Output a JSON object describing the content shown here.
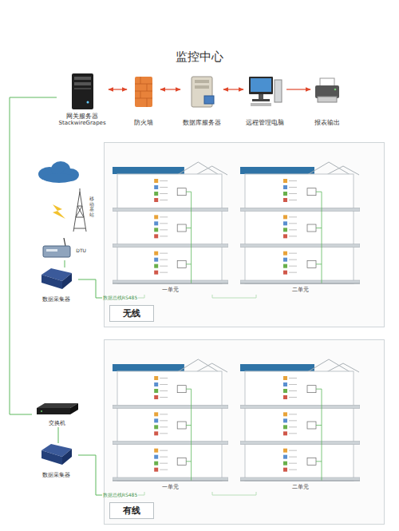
{
  "diagram": {
    "title": "监控中心",
    "nodes": [
      {
        "text": [
          "网关服务器",
          "StackwireGrapes"
        ]
      },
      {
        "text": [
          "防火墙"
        ]
      },
      {
        "text": [
          "数据库服务器"
        ]
      },
      {
        "text": [
          "远程管理电脑"
        ]
      },
      {
        "text": [
          "报表输出"
        ]
      },
      {
        "text": [
          "无线"
        ]
      },
      {
        "text": [
          "一单元"
        ],
        "in": 5
      },
      {
        "text": [
          "二单元"
        ],
        "in": 5
      },
      {
        "text": [
          "有线"
        ]
      },
      {
        "text": [
          "一单元"
        ],
        "in": 8
      },
      {
        "text": [
          "二单元"
        ],
        "in": 8
      },
      {
        "text": [
          "DTU"
        ]
      },
      {
        "text": [
          "数据采集器"
        ]
      },
      {
        "text": [
          "交换机"
        ]
      },
      {
        "text": [
          "数据采集器"
        ]
      }
    ],
    "edges": [
      {
        "from": 0,
        "to": 1,
        "arrow": "both"
      },
      {
        "from": 1,
        "to": 2,
        "arrow": "both"
      },
      {
        "from": 2,
        "to": 3,
        "arrow": "both"
      },
      {
        "from": 3,
        "to": 4,
        "arrow": "to"
      },
      {
        "from": 11,
        "to": 12,
        "arrow": "none"
      },
      {
        "from": 12,
        "to": 6,
        "label": "数据总线RS485",
        "arrow": "none"
      },
      {
        "from": 6,
        "to": 7,
        "arrow": "none"
      },
      {
        "from": 0,
        "to": 13,
        "arrow": "none"
      },
      {
        "from": 13,
        "to": 14,
        "arrow": "none"
      },
      {
        "from": 14,
        "to": 9,
        "label": "数据总线RS485",
        "arrow": "none"
      },
      {
        "from": 9,
        "to": 10,
        "arrow": "none"
      }
    ],
    "labels": [
      "移动基站"
    ]
  }
}
